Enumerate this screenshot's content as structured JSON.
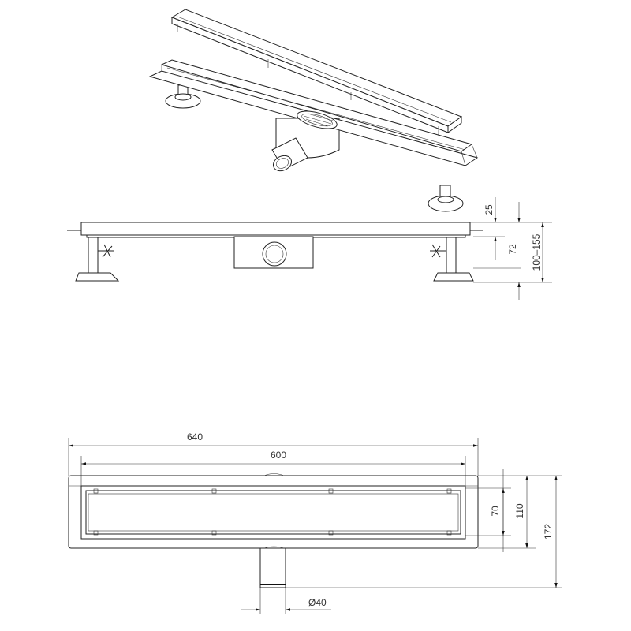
{
  "title": "Linear shower drain technical drawing",
  "side_view": {
    "dims": {
      "cover_height": "25",
      "body_height": "72",
      "total_height": "100–155"
    }
  },
  "top_view": {
    "dims": {
      "total_length": "640",
      "channel_length": "600",
      "channel_width": "70",
      "frame_width": "110",
      "total_depth": "172",
      "outlet_diameter": "Ø40"
    }
  },
  "colors": {
    "line": "#222222",
    "background": "#ffffff"
  }
}
